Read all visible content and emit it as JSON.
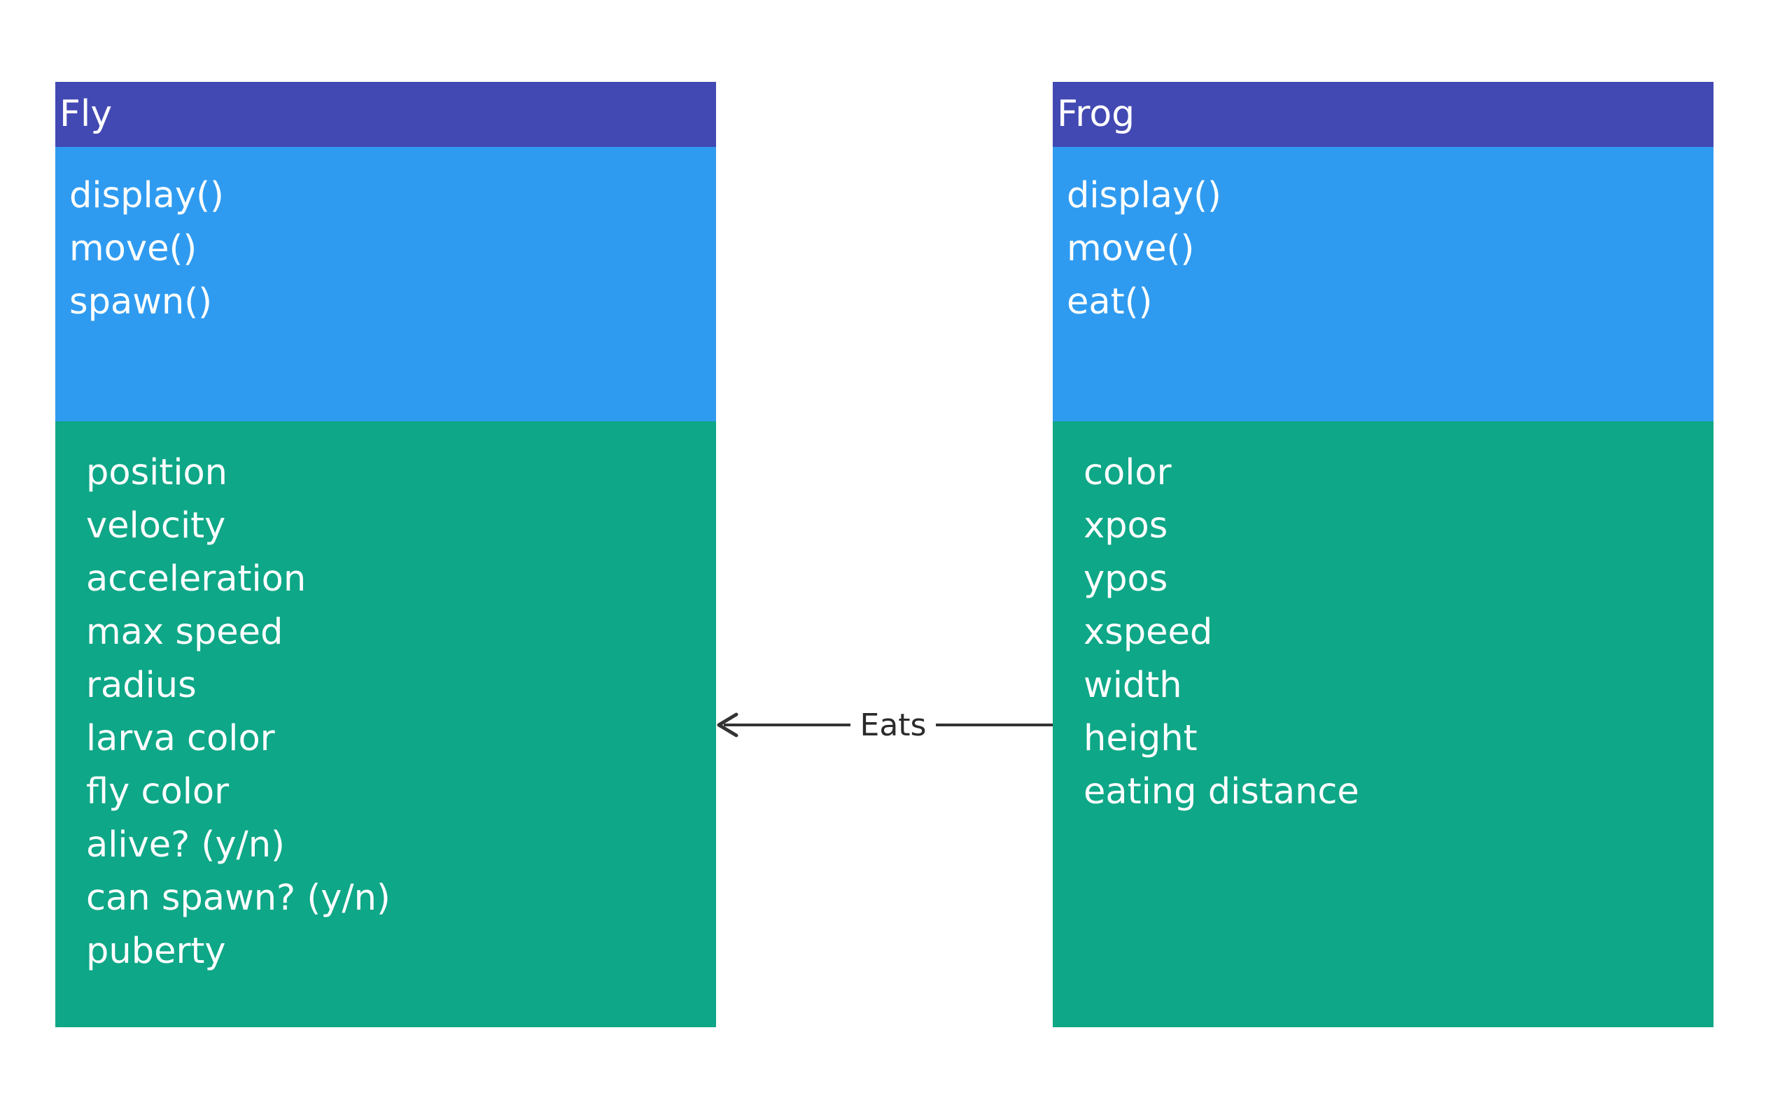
{
  "classes": {
    "fly": {
      "name": "Fly",
      "methods": [
        "display()",
        "move()",
        "spawn()"
      ],
      "attributes": [
        "position",
        "velocity",
        "acceleration",
        "max speed",
        "radius",
        "larva color",
        "fly color",
        "alive? (y/n)",
        "can spawn? (y/n)",
        "puberty"
      ]
    },
    "frog": {
      "name": "Frog",
      "methods": [
        "display()",
        "move()",
        "eat()"
      ],
      "attributes": [
        "color",
        "xpos",
        "ypos",
        "xspeed",
        "width",
        "height",
        "eating distance"
      ]
    }
  },
  "relationship": {
    "label": "Eats",
    "from": "Frog",
    "to": "Fly"
  },
  "colors": {
    "header": "#4249B3",
    "methods": "#2F9BF0",
    "attributes": "#0EA787",
    "text": "#FFFFFF",
    "connector": "#333333"
  }
}
